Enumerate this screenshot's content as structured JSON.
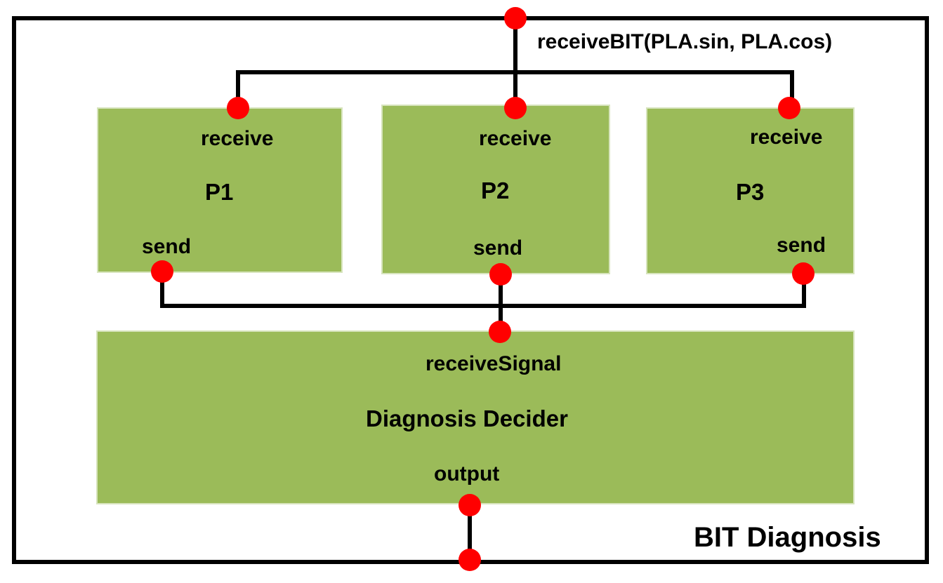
{
  "diagram": {
    "title": "BIT Diagnosis",
    "input_signal": "receiveBIT(PLA.sin, PLA.cos)",
    "colors": {
      "block_fill": "#9bbb59",
      "port": "#ff0000",
      "wire": "#000000",
      "border": "#000000"
    },
    "blocks": [
      {
        "name": "P1",
        "in_port": "receive",
        "out_port": "send"
      },
      {
        "name": "P2",
        "in_port": "receive",
        "out_port": "send"
      },
      {
        "name": "P3",
        "in_port": "receive",
        "out_port": "send"
      }
    ],
    "decider": {
      "name": "Diagnosis Decider",
      "in_port": "receiveSignal",
      "out_port": "output"
    }
  }
}
